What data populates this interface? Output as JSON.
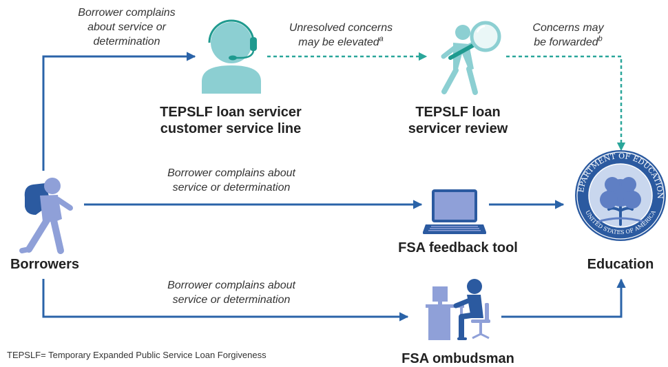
{
  "nodes": {
    "servicer_line": [
      "TEPSLF loan servicer",
      "customer service line"
    ],
    "servicer_review": [
      "TEPSLF loan",
      "servicer review"
    ],
    "feedback_tool": "FSA feedback tool",
    "ombudsman": "FSA ombudsman",
    "borrowers": "Borrowers",
    "education": "Education"
  },
  "labels": {
    "top_left": [
      "Borrower complains",
      "about service or",
      "determination"
    ],
    "elevated": [
      "Unresolved concerns",
      "may be elevated"
    ],
    "elevated_note": "a",
    "forwarded": [
      "Concerns may",
      "be forwarded"
    ],
    "forwarded_note": "b",
    "middle": [
      "Borrower complains about",
      "service or determination"
    ],
    "bottom": [
      "Borrower complains about",
      "service or determination"
    ]
  },
  "seal": {
    "top_text": "DEPARTMENT OF EDUCATION",
    "bottom_text": "UNITED STATES OF AMERICA"
  },
  "footnote": "TEPSLF= Temporary Expanded Public Service Loan Forgiveness",
  "colors": {
    "arrow_blue": "#2a63a8",
    "dashed_teal": "#2aa69a",
    "icon_teal": "#8ccfd2",
    "icon_blue": "#8fa0d8",
    "dark_blue": "#2b5aa0"
  },
  "icons": [
    "headset-agent-icon",
    "magnifier-person-icon",
    "laptop-icon",
    "desk-worker-icon",
    "walking-borrower-icon",
    "education-seal-icon"
  ]
}
